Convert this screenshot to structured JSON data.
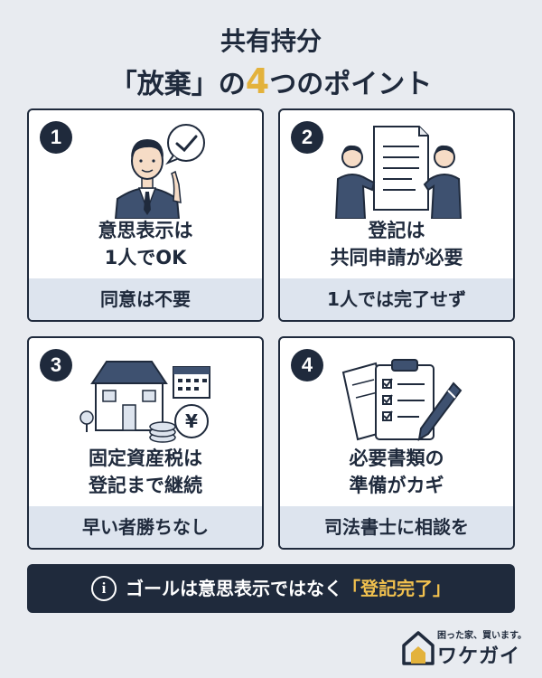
{
  "title": {
    "line1": "共有持分",
    "line2_pre": "「放棄」の",
    "line2_num": "4",
    "line2_post": "つのポイント"
  },
  "cards": [
    {
      "number": "1",
      "line1": "意思表示は",
      "line2": "1人でOK",
      "sub": "同意は不要",
      "illustration": "businessman-check-icon"
    },
    {
      "number": "2",
      "line1": "登記は",
      "line2": "共同申請が必要",
      "sub": "1人では完了せず",
      "illustration": "two-men-document-icon"
    },
    {
      "number": "3",
      "line1": "固定資産税は",
      "line2": "登記まで継続",
      "sub": "早い者勝ちなし",
      "illustration": "house-coins-calendar-icon"
    },
    {
      "number": "4",
      "line1": "必要書類の",
      "line2": "準備がカギ",
      "sub": "司法書士に相談を",
      "illustration": "clipboard-pen-icon"
    }
  ],
  "banner": {
    "icon": "i",
    "text": "ゴールは意思表示ではなく",
    "highlight": "「登記完了」"
  },
  "logo": {
    "tagline": "困った家、買います。",
    "brand": "ワケガイ"
  },
  "colors": {
    "navy": "#1f2a3c",
    "accent": "#e3b23c",
    "highlight": "#f2c14e",
    "band": "#dde4ee"
  }
}
